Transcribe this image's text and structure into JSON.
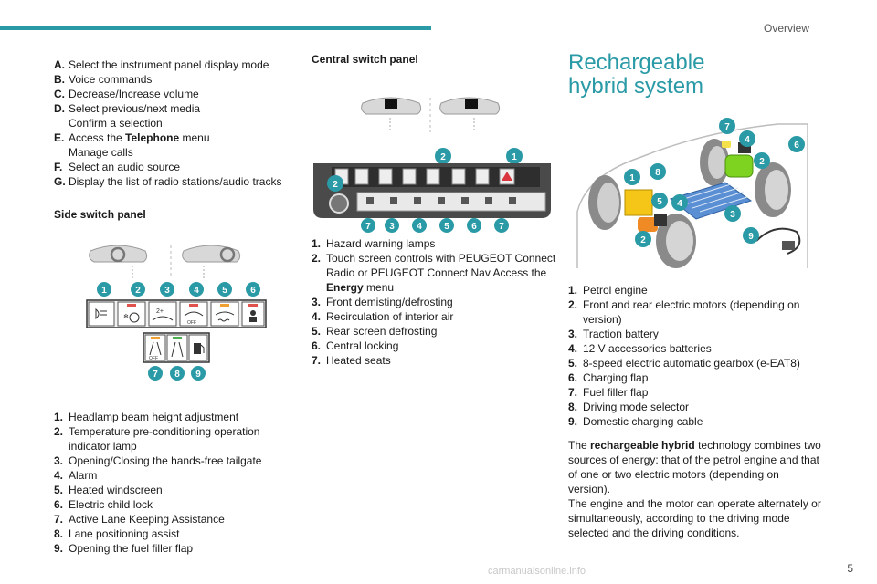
{
  "header": {
    "section": "Overview"
  },
  "footer": {
    "page": "5",
    "watermark": "carmanualsonline.info"
  },
  "column1": {
    "controls": [
      {
        "key": "A.",
        "text": "Select the instrument panel display mode"
      },
      {
        "key": "B.",
        "text": "Voice commands"
      },
      {
        "key": "C.",
        "text": "Decrease/Increase volume"
      },
      {
        "key": "D.",
        "text": "Select previous/next media"
      },
      {
        "key": "",
        "text": "Confirm a selection"
      },
      {
        "key": "E.",
        "pre": "Access the ",
        "bold": "Telephone",
        "post": " menu"
      },
      {
        "key": "",
        "text": "Manage calls"
      },
      {
        "key": "F.",
        "text": "Select an audio source"
      },
      {
        "key": "G.",
        "text": "Display the list of radio stations/audio tracks"
      }
    ],
    "side_title": "Side switch panel",
    "side_badges": [
      "1",
      "2",
      "3",
      "4",
      "5",
      "6",
      "7",
      "8",
      "9"
    ],
    "side_items": [
      {
        "key": "1.",
        "text": "Headlamp beam height adjustment"
      },
      {
        "key": "2.",
        "text": "Temperature pre-conditioning operation indicator lamp"
      },
      {
        "key": "3.",
        "text": "Opening/Closing the hands-free tailgate"
      },
      {
        "key": "4.",
        "text": "Alarm"
      },
      {
        "key": "5.",
        "text": "Heated windscreen"
      },
      {
        "key": "6.",
        "text": "Electric child lock"
      },
      {
        "key": "7.",
        "text": "Active Lane Keeping Assistance"
      },
      {
        "key": "8.",
        "text": "Lane positioning assist"
      },
      {
        "key": "9.",
        "text": "Opening the fuel filler flap"
      }
    ],
    "icon_texts": {
      "off": "OFF",
      "two_plus": "2+"
    }
  },
  "column2": {
    "central_title": "Central switch panel",
    "badges_top": [
      "2",
      "1"
    ],
    "badge_left": "2",
    "badges_bottom": [
      "7",
      "3",
      "4",
      "5",
      "6",
      "7"
    ],
    "items": [
      {
        "key": "1.",
        "text": "Hazard warning lamps"
      },
      {
        "key": "2.",
        "pre": "Touch screen controls with PEUGEOT Connect Radio or PEUGEOT Connect Nav Access the ",
        "bold": "Energy",
        "post": " menu"
      },
      {
        "key": "3.",
        "text": "Front demisting/defrosting"
      },
      {
        "key": "4.",
        "text": "Recirculation of interior air"
      },
      {
        "key": "5.",
        "text": "Rear screen defrosting"
      },
      {
        "key": "6.",
        "text": "Central locking"
      },
      {
        "key": "7.",
        "text": "Heated seats"
      }
    ]
  },
  "column3": {
    "title": "Rechargeable hybrid system",
    "badges": [
      "7",
      "4",
      "2",
      "6",
      "1",
      "8",
      "5",
      "4",
      "3",
      "2",
      "9"
    ],
    "items": [
      {
        "key": "1.",
        "text": "Petrol engine"
      },
      {
        "key": "2.",
        "text": "Front and rear electric motors (depending on version)"
      },
      {
        "key": "3.",
        "text": "Traction battery"
      },
      {
        "key": "4.",
        "text": "12 V accessories batteries"
      },
      {
        "key": "5.",
        "text": "8-speed electric automatic gearbox (e-EAT8)"
      },
      {
        "key": "6.",
        "text": "Charging flap"
      },
      {
        "key": "7.",
        "text": "Fuel filler flap"
      },
      {
        "key": "8.",
        "text": "Driving mode selector"
      },
      {
        "key": "9.",
        "text": "Domestic charging cable"
      }
    ],
    "para1": {
      "pre": "The ",
      "bold": "rechargeable hybrid",
      "post": " technology combines two sources of energy: that of the petrol engine and that of one or two electric motors (depending on version)."
    },
    "para2": "The engine and the motor can operate alternately or simultaneously, according to the driving mode selected and the driving conditions."
  },
  "colors": {
    "accent": "#2a9aa6",
    "badge": "#2a9aa6",
    "hazard": "#d9363e",
    "lamp_red": "#e0524b",
    "lamp_green": "#4caf50",
    "lamp_orange": "#f0a030"
  }
}
